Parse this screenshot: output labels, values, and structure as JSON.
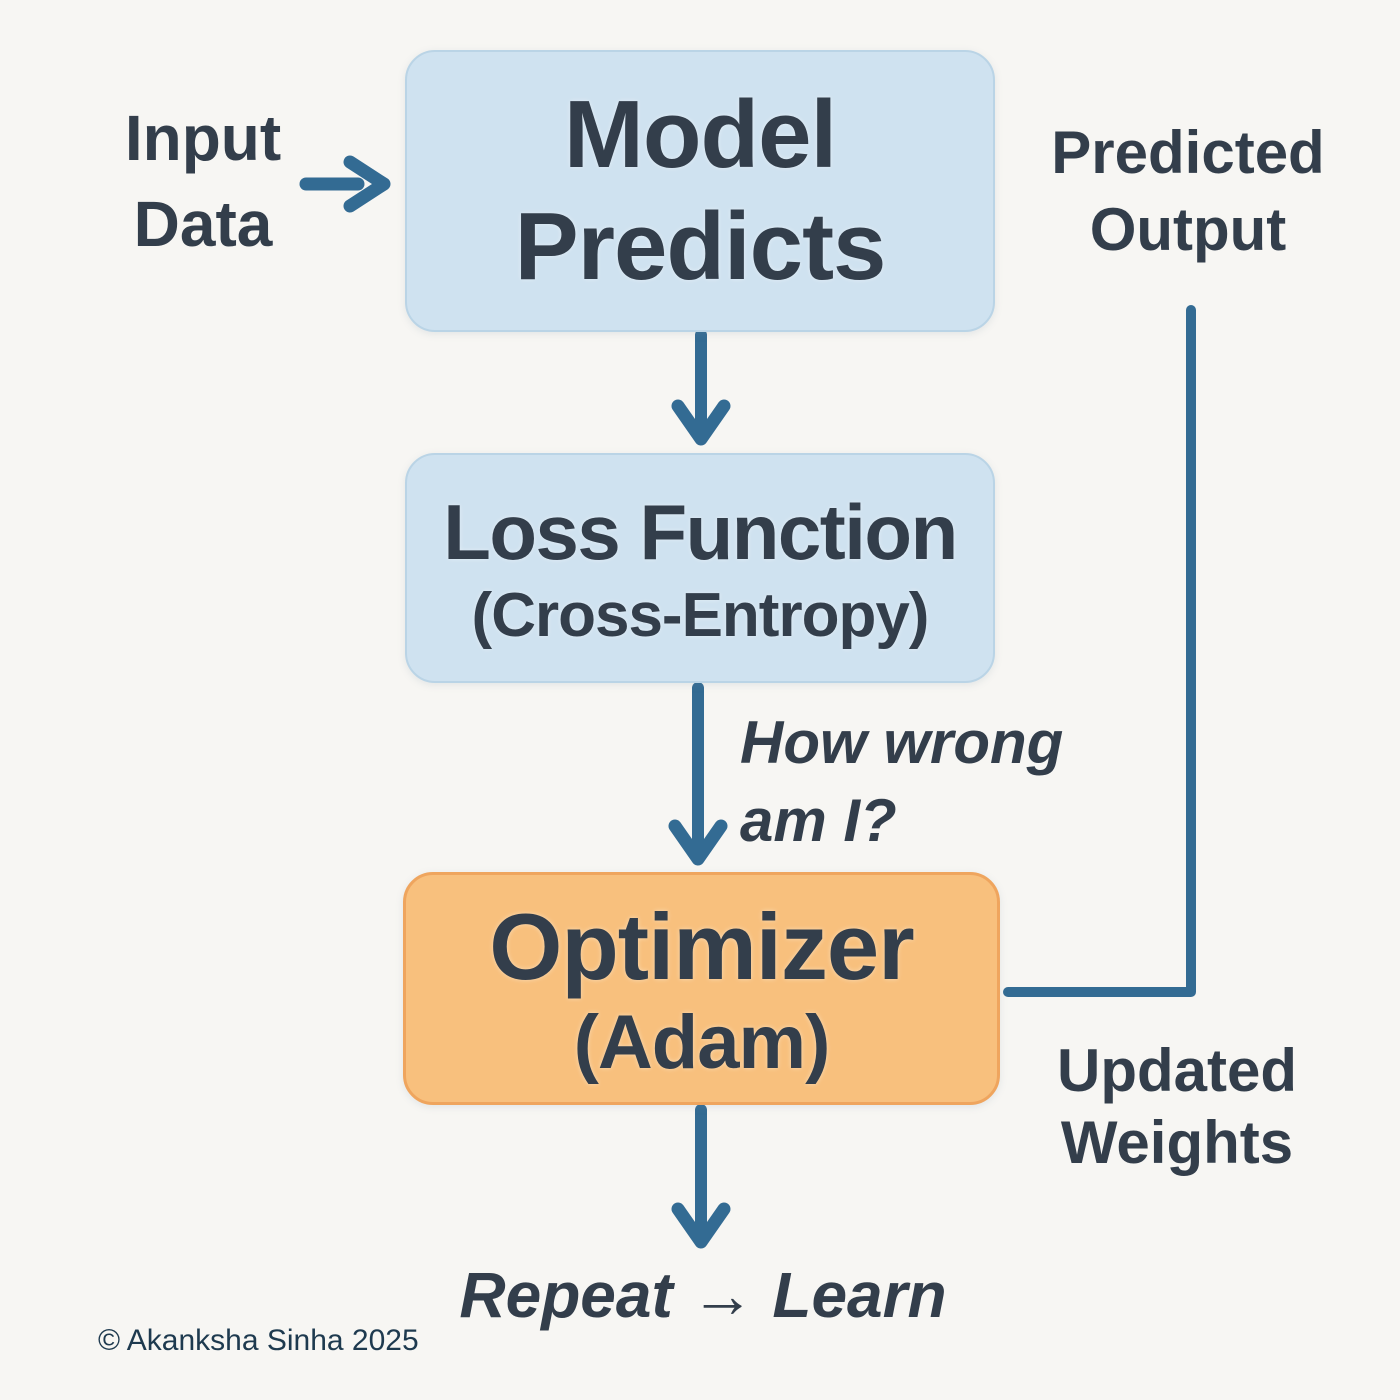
{
  "colors": {
    "box_blue": "#cfe2f0",
    "box_blue_border": "#bad4e6",
    "box_orange": "#f8c07d",
    "box_orange_border": "#efa55e",
    "arrow": "#336b93",
    "text_dark": "#333e4b",
    "footer_text": "#1e3a4f",
    "bg": "#f7f6f3"
  },
  "flow": {
    "input_label": {
      "line1": "Input",
      "line2": "Data"
    },
    "model_box": {
      "line1": "Model",
      "line2": "Predicts"
    },
    "loss_box": {
      "line1": "Loss Function",
      "line2": "(Cross-Entropy)"
    },
    "how_wrong_label": {
      "line1": "How wrong",
      "line2": "am I?"
    },
    "optimizer_box": {
      "line1": "Optimizer",
      "line2": "(Adam)"
    },
    "predicted_label": {
      "line1": "Predicted",
      "line2": "Output"
    },
    "updated_label": {
      "line1": "Updated",
      "line2": "Weights"
    },
    "repeat_label": "Repeat → Learn"
  },
  "footer": {
    "copyright": "© Akanksha Sinha 2025"
  }
}
